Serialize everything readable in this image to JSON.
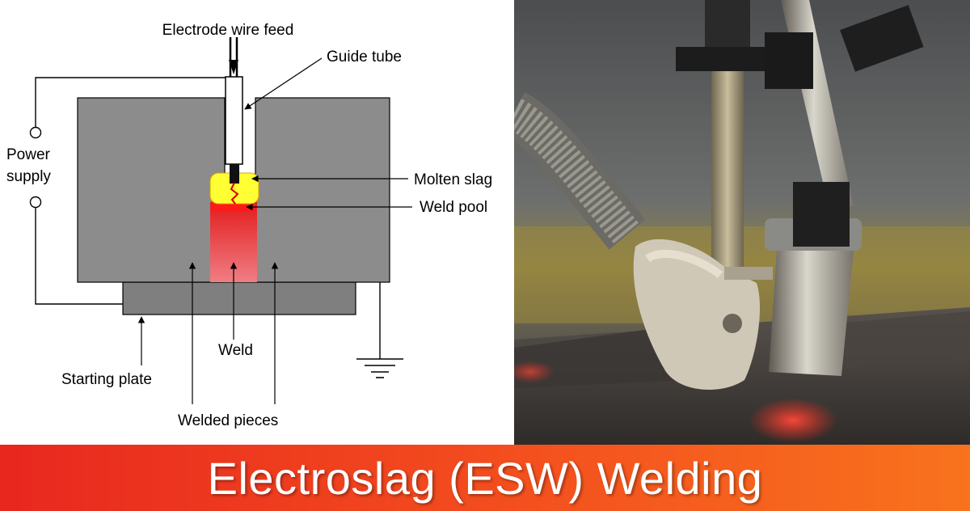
{
  "diagram": {
    "labels": {
      "electrode_wire_feed": "Electrode wire feed",
      "guide_tube": "Guide tube",
      "power_supply_line1": "Power",
      "power_supply_line2": "supply",
      "molten_slag": "Molten slag",
      "weld_pool": "Weld pool",
      "weld": "Weld",
      "starting_plate": "Starting plate",
      "welded_pieces": "Welded pieces"
    },
    "colors": {
      "workpiece": "#8c8c8c",
      "starting_plate": "#7f7f7f",
      "molten_slag": "#ffff33",
      "weld_pool": "#ff1a1a",
      "weld": "#e8565a",
      "wire": "#000000"
    }
  },
  "banner": {
    "title": "Electroslag (ESW) Welding",
    "gradient_start": "#e8271f",
    "gradient_end": "#f8731d"
  }
}
